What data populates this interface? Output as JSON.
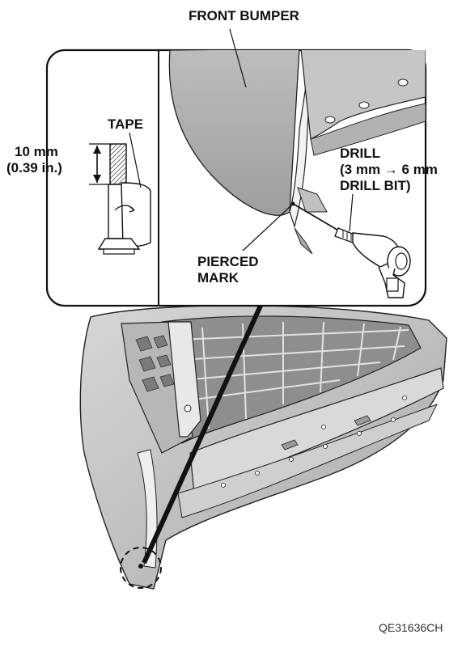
{
  "labels": {
    "front_bumper": "FRONT BUMPER",
    "tape": "TAPE",
    "dimension_mm": "10 mm",
    "dimension_in": "(0.39 in.)",
    "drill_line1": "DRILL",
    "drill_line2": "(3 mm → 6 mm",
    "drill_line3": "DRILL BIT)",
    "pierced_line1": "PIERCED",
    "pierced_line2": "MARK"
  },
  "figure_code": "QE31636CH",
  "colors": {
    "ink": "#111111",
    "bumper_fill": "#c9c9c9",
    "bumper_dark": "#a8a8a8",
    "panel_border": "#111111"
  }
}
